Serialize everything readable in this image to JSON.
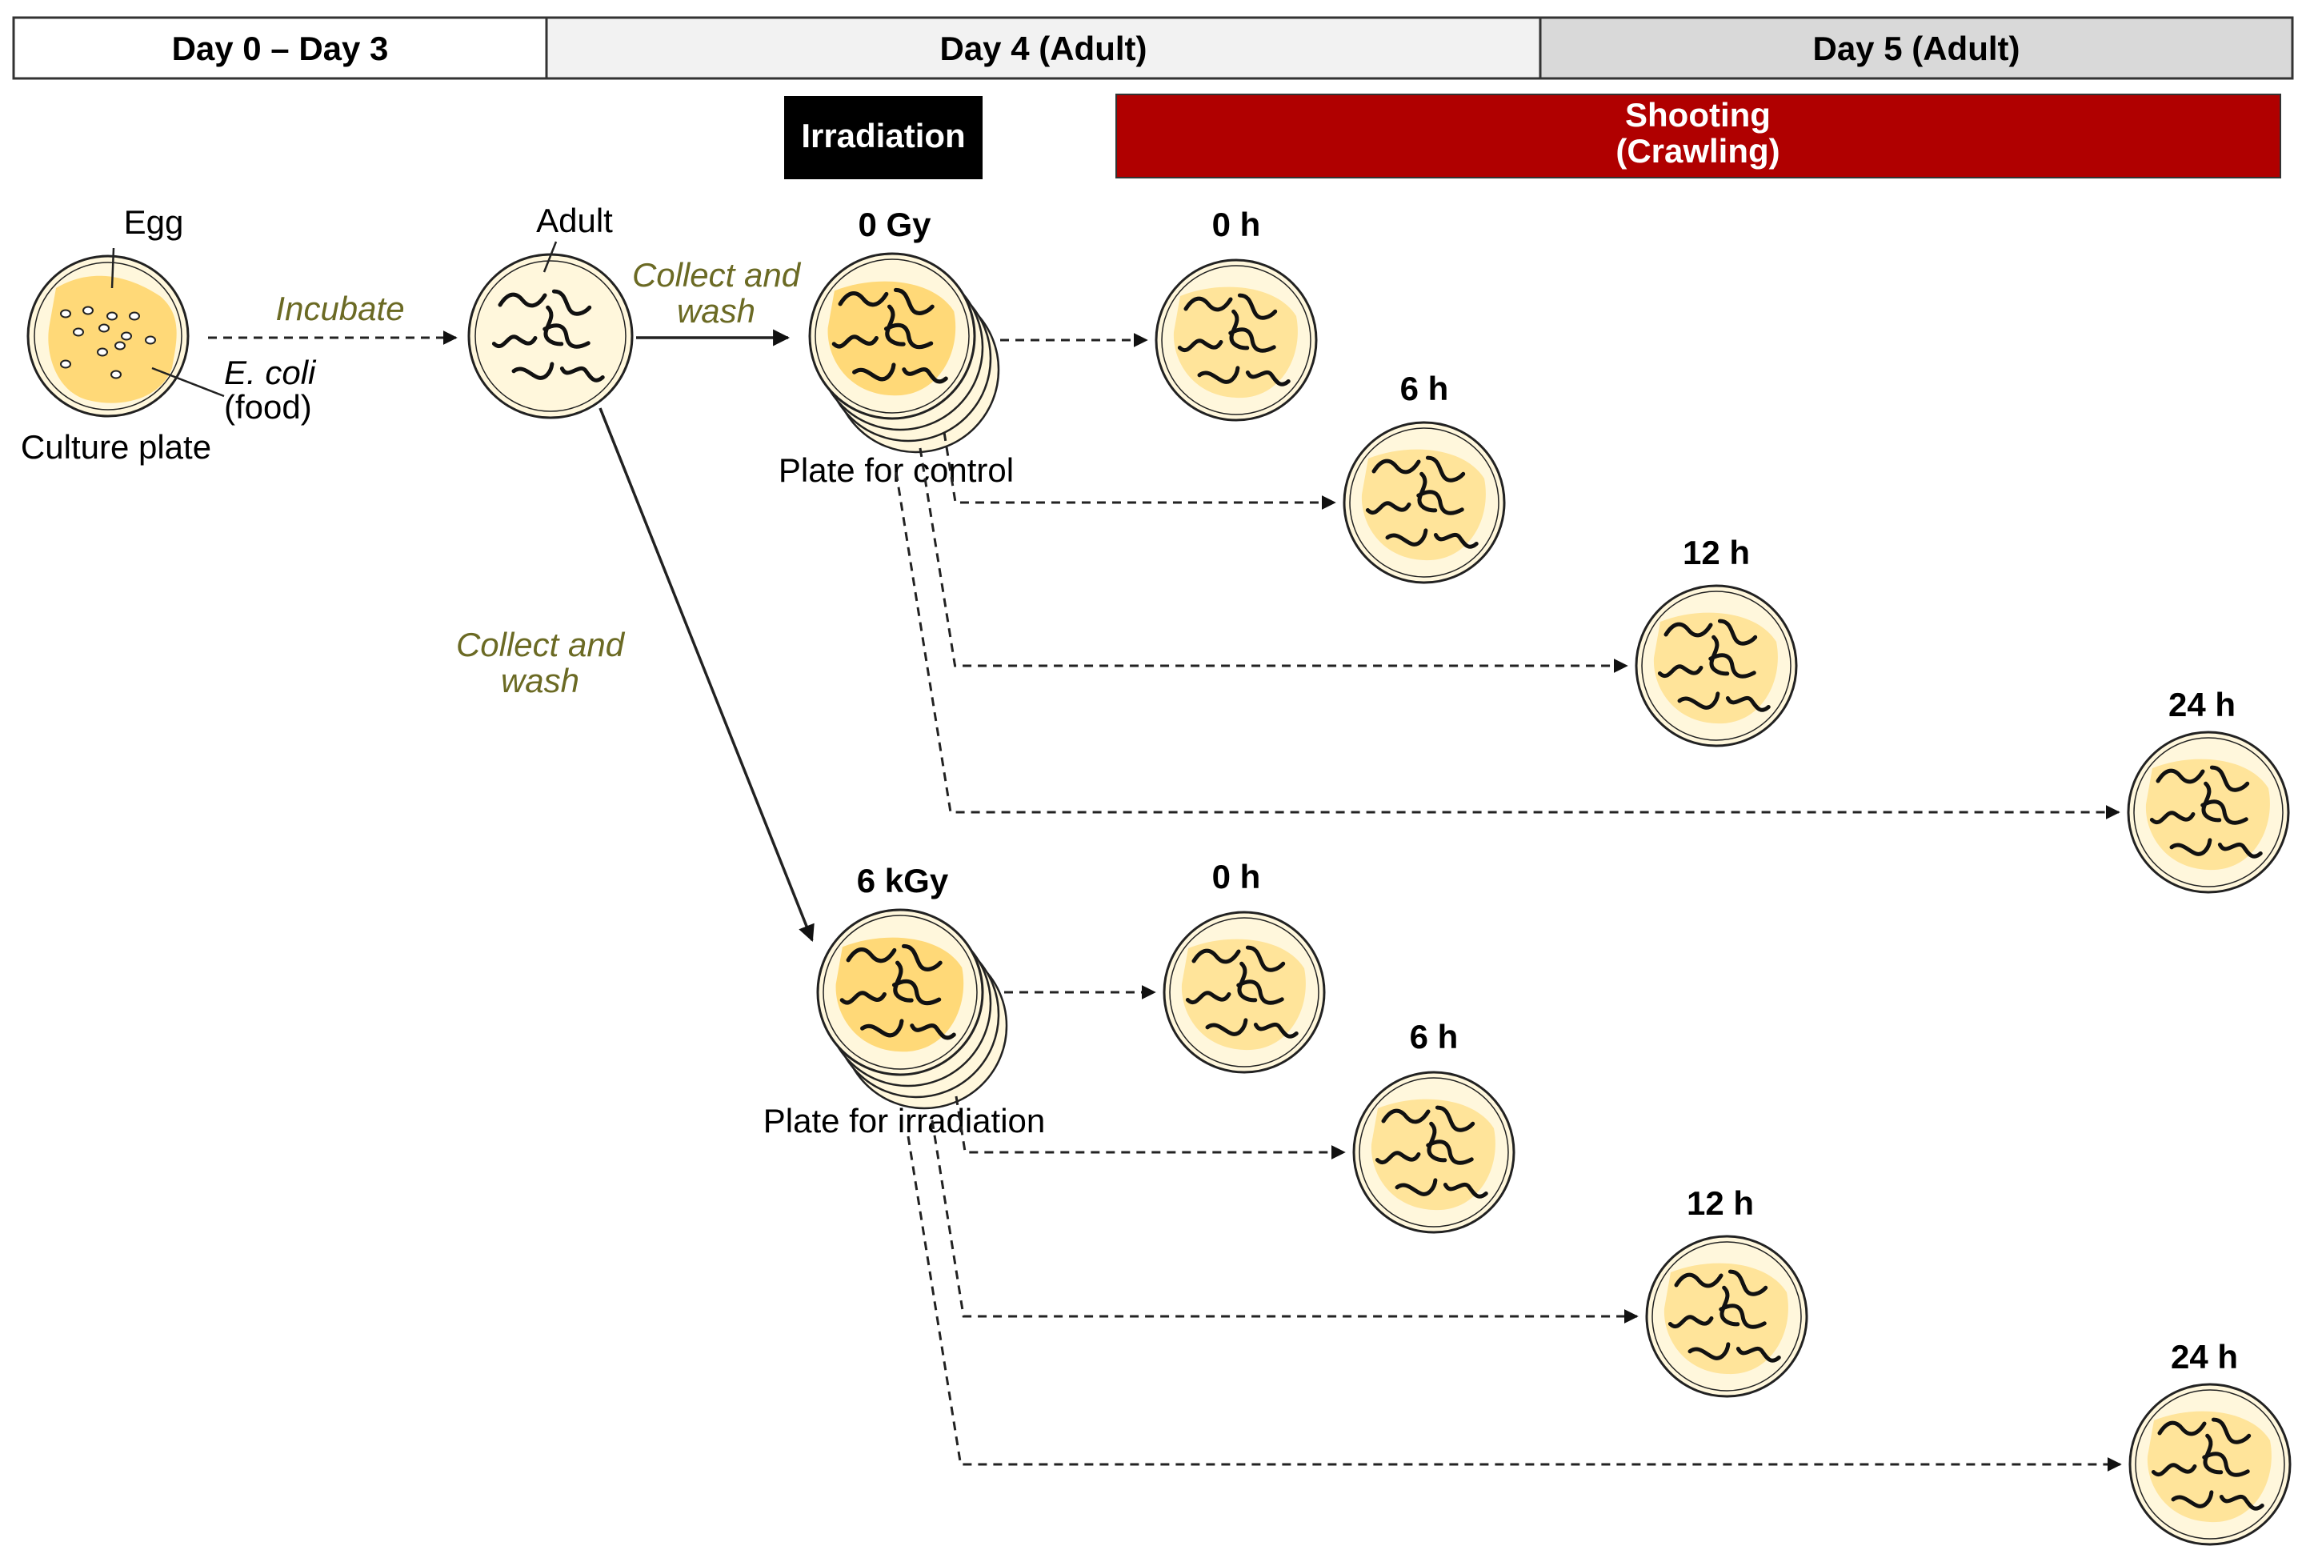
{
  "timeline": {
    "day0": "Day 0 – Day 3",
    "day4": "Day 4 (Adult)",
    "day5": "Day 5 (Adult)"
  },
  "phases": {
    "irradiation": "Irradiation",
    "shooting_1": "Shooting",
    "shooting_2": "(Crawling)"
  },
  "culture": {
    "egg": "Egg",
    "ecoli": "E. coli",
    "food": "(food)",
    "plate": "Culture plate",
    "incubate": "Incubate"
  },
  "adult": {
    "label": "Adult",
    "collect_top_1": "Collect and",
    "collect_top_2": "wash",
    "collect_mid_1": "Collect and",
    "collect_mid_2": "wash"
  },
  "control": {
    "dose": "0 Gy",
    "plate": "Plate for control",
    "times": [
      "0 h",
      "6 h",
      "12 h",
      "24 h"
    ]
  },
  "irradiated": {
    "dose": "6 kGy",
    "plate": "Plate for irradiation",
    "times": [
      "0 h",
      "6 h",
      "12 h",
      "24 h"
    ]
  },
  "colors": {
    "timeline_white": "#ffffff",
    "timeline_light": "#f2f2f2",
    "timeline_gray": "#d9d9d9",
    "irradiation_bg": "#000000",
    "shooting_bg": "#b00000",
    "plate_fill": "#fff7dc",
    "food_fill": "#ffd978",
    "olive_text": "#6b6a24"
  }
}
